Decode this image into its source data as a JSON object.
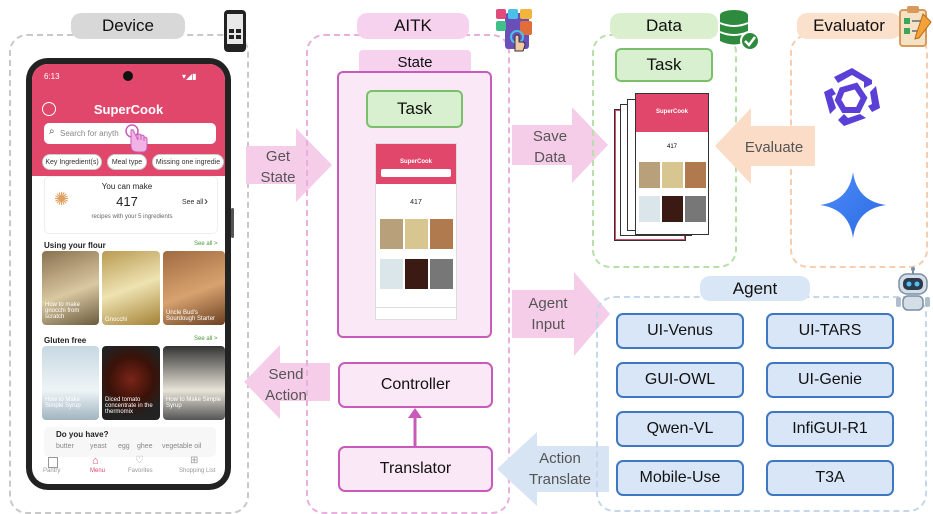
{
  "sections": {
    "device": "Device",
    "aitk": "AITK",
    "data": "Data",
    "evaluator": "Evaluator",
    "agent": "Agent"
  },
  "aitk_labels": {
    "state": "State",
    "task": "Task",
    "controller": "Controller",
    "translator": "Translator"
  },
  "data_labels": {
    "task": "Task"
  },
  "arrows": {
    "get_state": "Get\nState",
    "send_action": "Send\nAction",
    "save_data": "Save\nData",
    "agent_input": "Agent\nInput",
    "action_translate": "Action\nTranslate",
    "evaluate": "Evaluate"
  },
  "agents": [
    "UI-Venus",
    "UI-TARS",
    "GUI-OWL",
    "UI-Genie",
    "Qwen-VL",
    "InfiGUI-R1",
    "Mobile-Use",
    "T3A"
  ],
  "phone": {
    "time": "6:13",
    "app_title": "SuperCook",
    "search_placeholder": "Search for anyth",
    "chips": [
      "Key Ingredient(s)",
      "Meal type",
      "Missing one ingredie"
    ],
    "you_can_make": "You can make",
    "recipe_count": "417",
    "see_all": "See all",
    "recipes_caption": "recipes with your 5 ingredients",
    "section1": "Using your flour",
    "section1_see_all": "See all >",
    "section1_items": [
      "How to make gnocchi from scratch",
      "Gnocchi",
      "Uncle Bud's Sourdough Starter"
    ],
    "section2": "Gluten free",
    "section2_see_all": "See all >",
    "section2_items": [
      "How to Make Simple Syrup",
      "Diced tomato concentrate in the thermomix",
      "How to Make Simple Syrup"
    ],
    "do_you_have": "Do you have?",
    "ingredients": [
      "butter",
      "yeast",
      "egg",
      "ghee",
      "vegetable oil"
    ],
    "nav": [
      "Pantry",
      "Menu",
      "Favorites",
      "Shopping List"
    ]
  },
  "colors": {
    "device": "#b9b9b9",
    "aitk": "#e9a7df",
    "data": "#a8d898",
    "evaluator": "#f6c9a6",
    "agent": "#b7cfe8",
    "app_red": "#e0476b"
  }
}
